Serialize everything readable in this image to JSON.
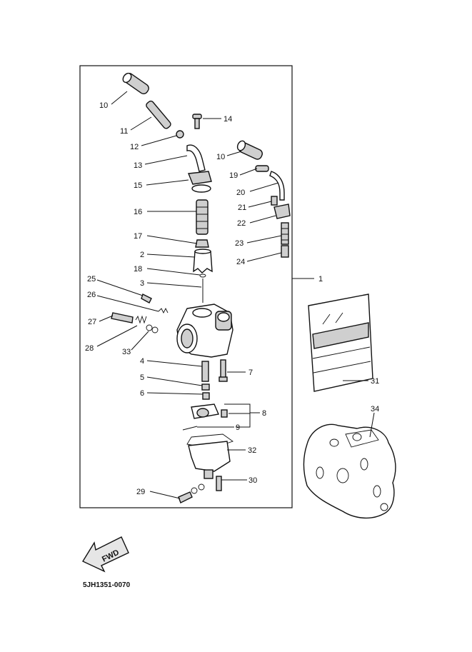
{
  "callouts": {
    "c1": "1",
    "c2": "2",
    "c3": "3",
    "c4": "4",
    "c5": "5",
    "c6": "6",
    "c7": "7",
    "c8": "8",
    "c9": "9",
    "c10a": "10",
    "c10b": "10",
    "c11": "11",
    "c12": "12",
    "c13": "13",
    "c14": "14",
    "c15": "15",
    "c16": "16",
    "c17": "17",
    "c18": "18",
    "c19": "19",
    "c20": "20",
    "c21": "21",
    "c22": "22",
    "c23": "23",
    "c24": "24",
    "c25": "25",
    "c26": "26",
    "c27": "27",
    "c28": "28",
    "c29": "29",
    "c30": "30",
    "c31": "31",
    "c32": "32",
    "c33": "33",
    "c34": "34"
  },
  "direction_arrow": {
    "label": "FWD"
  },
  "diagram_code": "5JH1351-0070"
}
